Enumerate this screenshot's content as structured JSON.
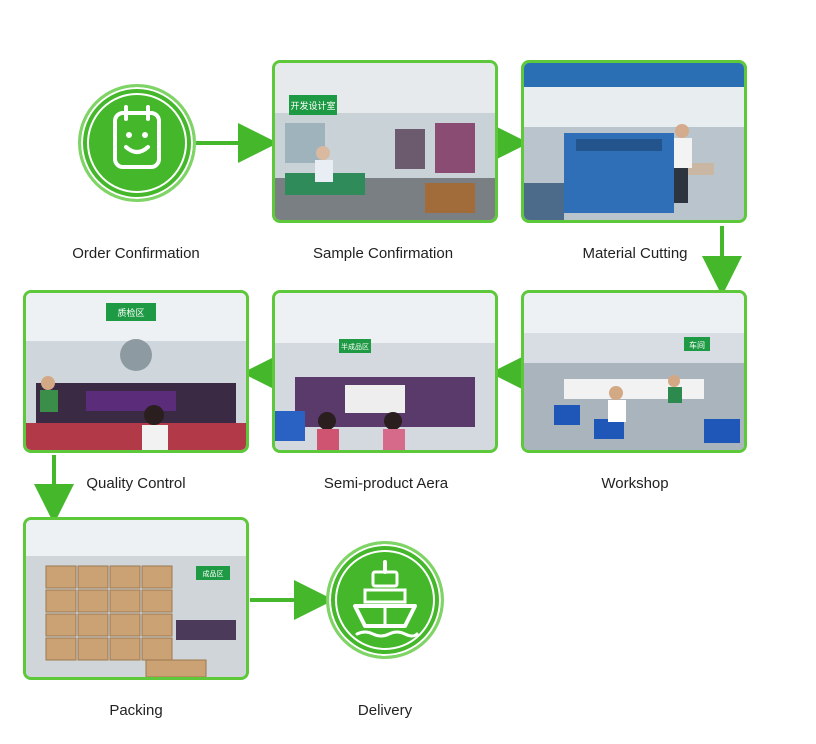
{
  "accent_color": "#44b72a",
  "steps": [
    {
      "label": "Order Confirmation",
      "visual": "clipboard-smile-icon"
    },
    {
      "label": "Sample Confirmation",
      "visual": "photo",
      "sign": "开发设计室"
    },
    {
      "label": "Material Cutting",
      "visual": "photo"
    },
    {
      "label": "Workshop",
      "visual": "photo",
      "sign": "车间"
    },
    {
      "label": "Semi-product Aera",
      "visual": "photo",
      "sign": "半成品区"
    },
    {
      "label": "Quality Control",
      "visual": "photo",
      "sign": "质检区"
    },
    {
      "label": "Packing",
      "visual": "photo",
      "sign": "成品区"
    },
    {
      "label": "Delivery",
      "visual": "ship-icon"
    }
  ]
}
